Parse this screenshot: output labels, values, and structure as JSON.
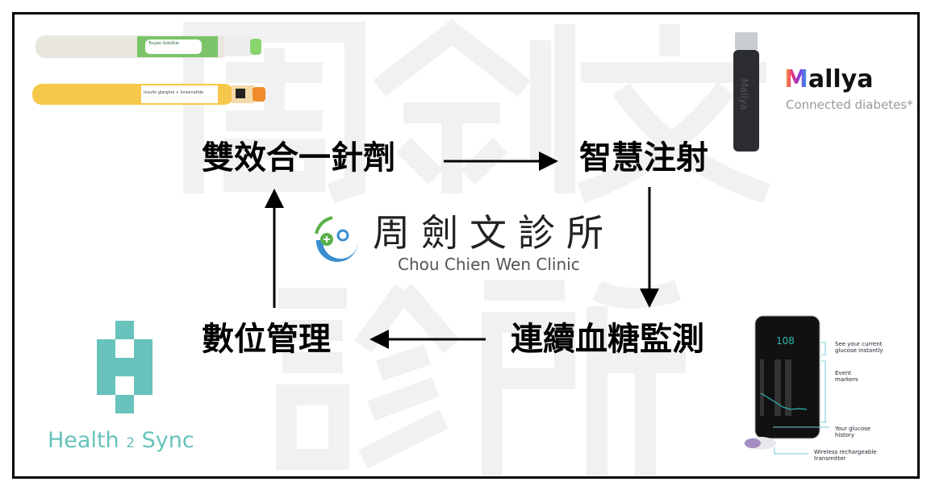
{
  "watermark": {
    "row1": "周劍文",
    "row2": "診所"
  },
  "nodes": {
    "top_left": "雙效合一針劑",
    "top_right": "智慧注射",
    "bottom_right": "連續血糖監測",
    "bottom_left": "數位管理"
  },
  "clinic_logo": {
    "name_zh": "周劍文診所",
    "name_en": "Chou Chien Wen Clinic"
  },
  "mallya": {
    "brand_m": "M",
    "brand_rest": "allya",
    "tagline": "Connected diabetes*",
    "device_label": "Mallya"
  },
  "health2sync": {
    "part1": "Health ",
    "part2": "2",
    "part3": " Sync",
    "color": "#67c3bb"
  },
  "pens": {
    "pen1_label": "Toujeo SoloStar",
    "pen2_label": "insulin glargine + lixisenatide"
  },
  "cgm": {
    "reading": "108",
    "callouts": [
      "See your current glucose instantly",
      "Event markers",
      "Your glucose history",
      "Wireless rechargeable transmitter"
    ]
  },
  "colors": {
    "arrow": "#000000",
    "watermark": "#f1f1f1",
    "teal": "#67c3bb"
  }
}
